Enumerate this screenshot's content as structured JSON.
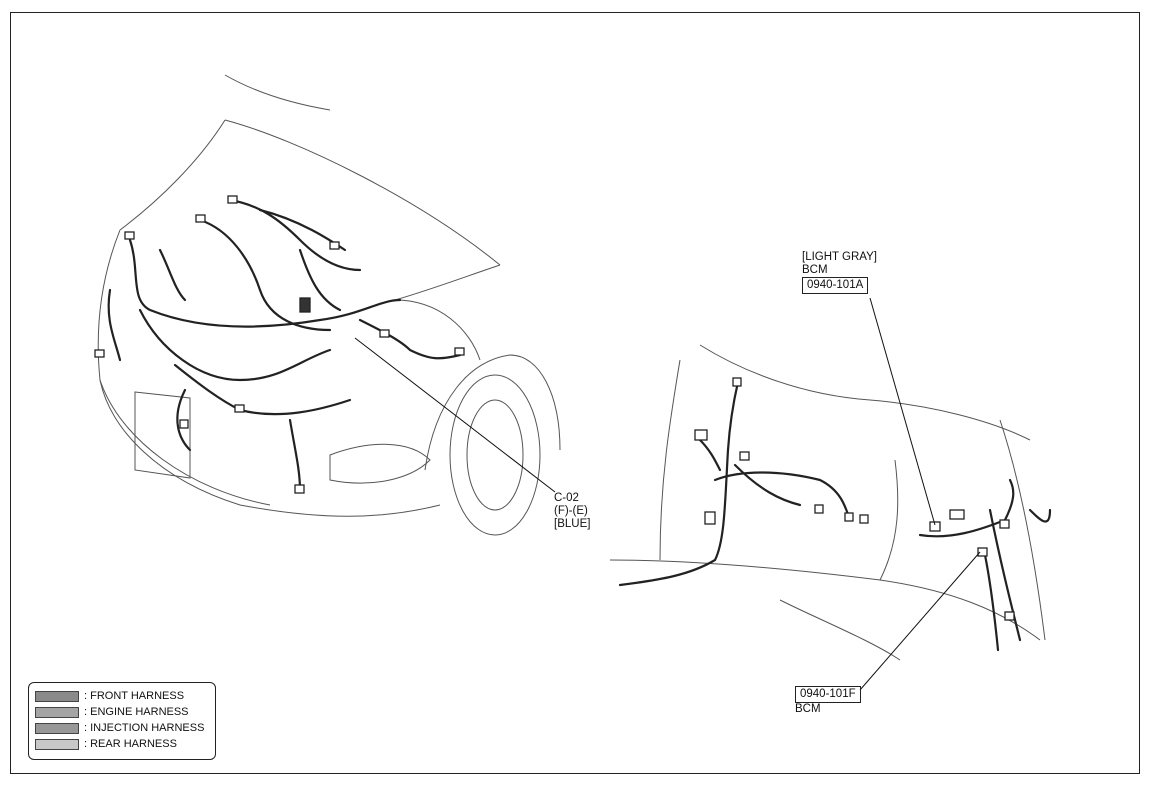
{
  "callouts": {
    "c02": {
      "line1": "C-02",
      "line2": "(F)-(E)",
      "line3": "[BLUE]"
    },
    "bcm_a": {
      "color": "[LIGHT GRAY]",
      "name": "BCM",
      "code": "0940-101A"
    },
    "bcm_f": {
      "code": "0940-101F",
      "name": "BCM"
    }
  },
  "legend": {
    "items": [
      {
        "label": ": FRONT HARNESS",
        "swatch_color": "#8a8a8a"
      },
      {
        "label": ": ENGINE HARNESS",
        "swatch_color": "#a4a4a4"
      },
      {
        "label": ": INJECTION HARNESS",
        "swatch_color": "#979797"
      },
      {
        "label": ": REAR HARNESS",
        "swatch_color": "#c8c8c8"
      }
    ]
  }
}
